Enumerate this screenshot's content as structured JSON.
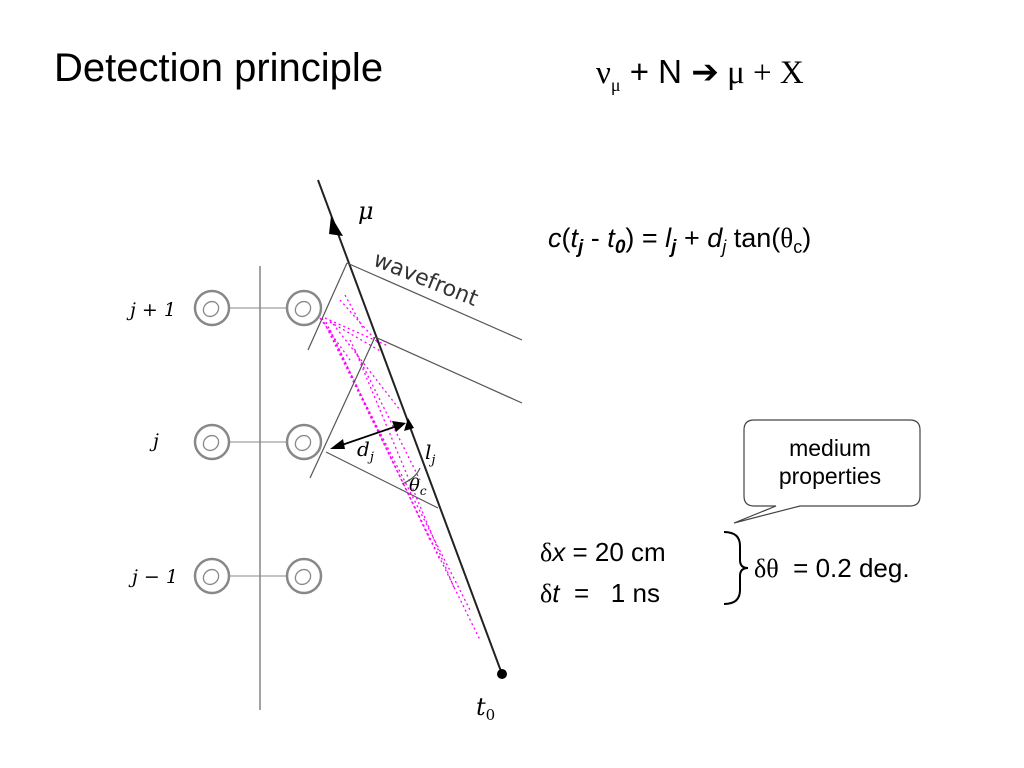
{
  "title": "Detection principle",
  "reaction": {
    "nu": "ν",
    "nu_sub": "μ",
    "rest": " + N ",
    "arrow": "➔",
    "rest2": " μ + X"
  },
  "formula": {
    "c": "c",
    "p1": "(",
    "t": "t",
    "j1": "j",
    "minus": " - ",
    "t0": "t",
    "zero": "0",
    "p2": ") = ",
    "l": "l",
    "j2": "j",
    "plus": " + ",
    "d": "d",
    "j3": "j",
    "tan": " tan(",
    "theta": "θ",
    "csub": "c",
    "close": ")"
  },
  "callout": {
    "text": "medium properties"
  },
  "resolution": {
    "dx_delta": "δ",
    "dx_var": "x",
    "dx_val": " = 20 cm",
    "dt_delta": "δ",
    "dt_var": "t",
    "dt_val": "  =   1 ns",
    "dtheta_sym": "δθ",
    "dtheta_val": "  = 0.2 deg."
  },
  "diagram": {
    "muon_label": "μ",
    "wavefront_label": "wavefront",
    "t0_label": "t",
    "t0_sub": "0",
    "d_label": "d",
    "d_sub": "j",
    "l_label": "l",
    "l_sub": "j",
    "theta_label": "θ",
    "theta_sub": "c",
    "rows": [
      "j + 1",
      "j",
      "j − 1"
    ]
  },
  "colors": {
    "hits": "#ff00ff",
    "lines": "#555555",
    "pmt": "#888888"
  }
}
